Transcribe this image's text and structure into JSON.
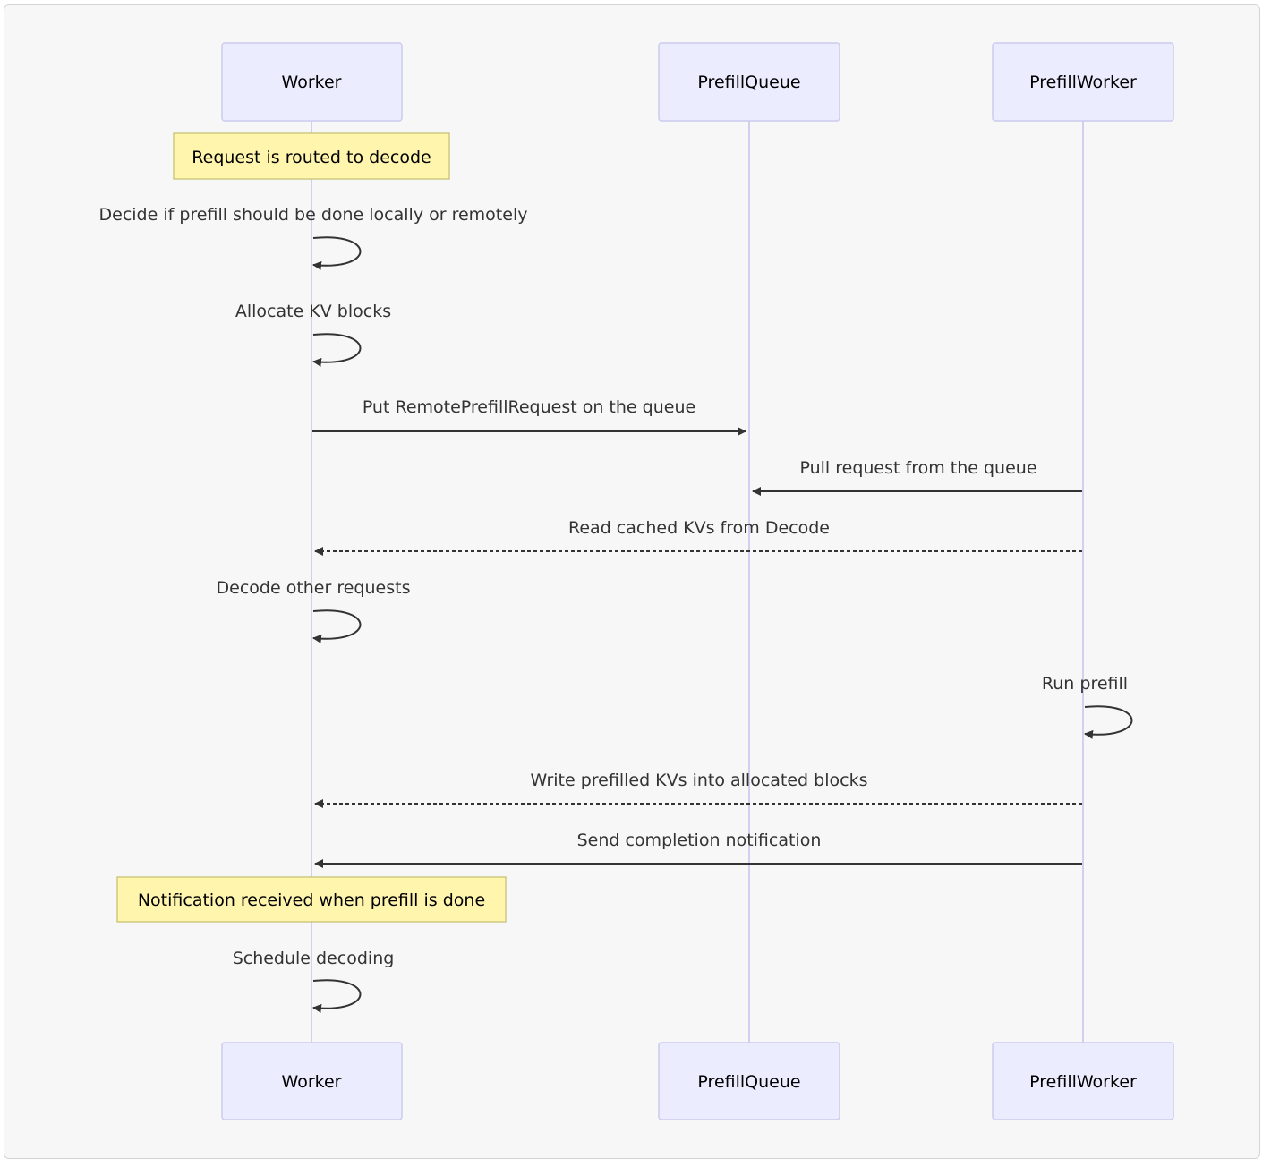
{
  "participants": [
    {
      "id": "worker",
      "name": "Worker"
    },
    {
      "id": "queue",
      "name": "PrefillQueue"
    },
    {
      "id": "prefill",
      "name": "PrefillWorker"
    }
  ],
  "notes": [
    {
      "text": "Request is routed to decode"
    },
    {
      "text": "Notification received when prefill is done"
    }
  ],
  "messages": [
    {
      "from": "worker",
      "to": "worker",
      "text": "Decide if prefill should be done locally or remotely",
      "style": "solid"
    },
    {
      "from": "worker",
      "to": "worker",
      "text": "Allocate KV blocks",
      "style": "solid"
    },
    {
      "from": "worker",
      "to": "queue",
      "text": "Put RemotePrefillRequest on the queue",
      "style": "solid"
    },
    {
      "from": "prefill",
      "to": "queue",
      "text": "Pull request from the queue",
      "style": "solid"
    },
    {
      "from": "prefill",
      "to": "worker",
      "text": "Read cached KVs from Decode",
      "style": "dashed"
    },
    {
      "from": "worker",
      "to": "worker",
      "text": "Decode other requests",
      "style": "solid"
    },
    {
      "from": "prefill",
      "to": "prefill",
      "text": "Run prefill",
      "style": "solid"
    },
    {
      "from": "prefill",
      "to": "worker",
      "text": "Write prefilled KVs into allocated blocks",
      "style": "dashed"
    },
    {
      "from": "prefill",
      "to": "worker",
      "text": "Send completion notification",
      "style": "solid"
    },
    {
      "from": "worker",
      "to": "worker",
      "text": "Schedule decoding",
      "style": "solid"
    }
  ],
  "colors": {
    "actor_fill": "#ececff",
    "actor_stroke": "#ccccee",
    "lifeline": "#d2d0ee",
    "note_fill": "#fff5ad",
    "note_stroke": "#c5be6e",
    "arrow": "#333333"
  }
}
